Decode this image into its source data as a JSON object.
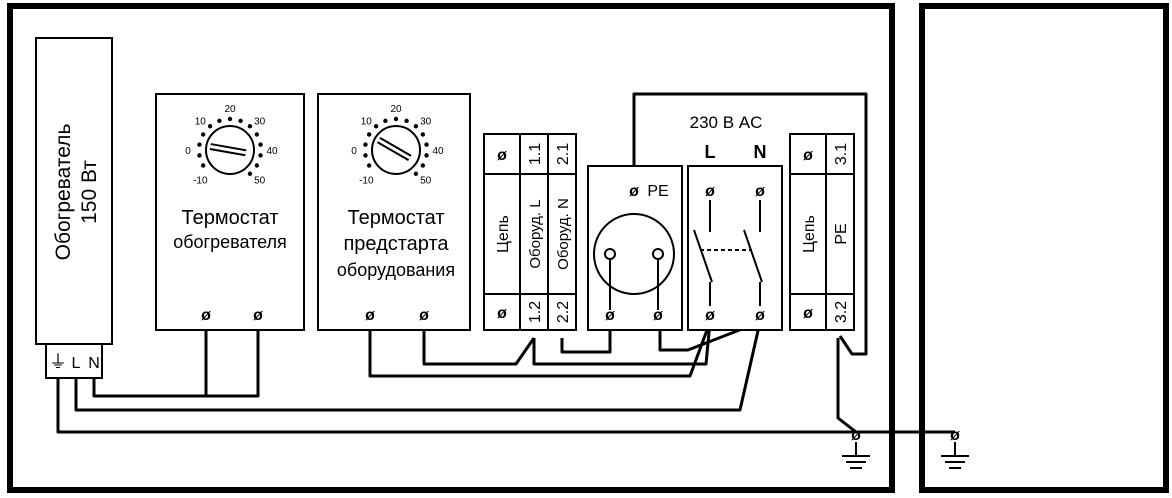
{
  "heater": {
    "label_line1": "Обогреватель",
    "label_line2": "150 Вт",
    "terminals": {
      "ground": "⏚",
      "l": "L",
      "n": "N"
    }
  },
  "thermostat_heater": {
    "title_line1": "Термостат",
    "title_line2": "обогревателя",
    "dial_labels": [
      "20",
      "30",
      "40",
      "50",
      "-10",
      "0",
      "10"
    ],
    "dial_level_deg": 10
  },
  "thermostat_prestart": {
    "title_line1": "Термостат",
    "title_line2": "предстарта",
    "title_line3": "оборудования",
    "dial_labels": [
      "20",
      "30",
      "40",
      "50",
      "-10",
      "0",
      "10"
    ],
    "dial_level_deg": 30
  },
  "terminal_block_1": {
    "col1_top": "ø",
    "col1_label": "Цепь",
    "col1_bottom": "ø",
    "col2_top": "1.1",
    "col2_label": "Оборуд. L",
    "col2_bottom": "1.2",
    "col3_top": "2.1",
    "col3_label": "Оборуд. N",
    "col3_bottom": "2.2"
  },
  "socket": {
    "pe_label": "PE"
  },
  "supply": {
    "voltage": "230 В AC",
    "l": "L",
    "n": "N"
  },
  "terminal_block_2": {
    "col1_top": "ø",
    "col1_label": "Цепь",
    "col1_bottom": "ø",
    "col2_top": "3.1",
    "col2_label": "PE",
    "col2_bottom": "3.2"
  },
  "terminal_symbol": "ø"
}
